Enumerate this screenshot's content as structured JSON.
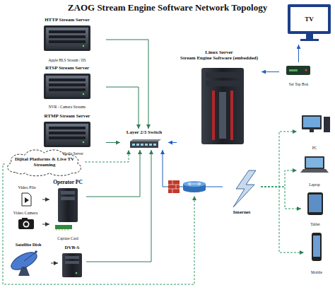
{
  "diagram": {
    "title": "ZAOG Stream Engine Software Network Topology",
    "nodes": [
      {
        "text": [
          "HTTP Stream Server",
          "Apple HLS Stream / IIS"
        ]
      },
      {
        "text": [
          "TV"
        ]
      },
      {
        "text": [
          "Linux Server",
          "Stream Engine Software (embedded)"
        ]
      },
      {
        "text": [
          "Set Top Box"
        ]
      },
      {
        "text": [
          "RTSP Stream Server",
          "NVR - Camera Streams"
        ]
      },
      {
        "text": [
          "RTMP Stream Server",
          "Adobe Media Server"
        ]
      },
      {
        "text": [
          "Layer 2/3 Switch"
        ]
      },
      {
        "text": [
          "PC"
        ]
      },
      {
        "text": [
          "Dijital Platforms & Live TV Streaming"
        ]
      },
      {
        "text": [
          "Laptop"
        ]
      },
      {
        "text": [
          "Video File"
        ]
      },
      {
        "text": [
          "Operator PC",
          "Capture Card"
        ]
      },
      {
        "text": [
          "Video Camera"
        ]
      },
      {
        "text": [
          "Internet"
        ]
      },
      {
        "text": [
          "Tablet"
        ]
      },
      {
        "text": [
          "Satellite Dish"
        ]
      },
      {
        "text": [
          "DVB-S"
        ]
      },
      {
        "text": [
          "Mobile"
        ]
      }
    ],
    "edges": [
      {
        "from": 0,
        "to": 6,
        "arrow": "to"
      },
      {
        "from": 4,
        "to": 6,
        "arrow": "to"
      },
      {
        "from": 5,
        "to": 6,
        "arrow": "to"
      },
      {
        "from": 2,
        "to": 6,
        "arrow": "to"
      },
      {
        "from": 3,
        "to": 2,
        "arrow": "to"
      },
      {
        "from": 3,
        "to": 1,
        "arrow": "to"
      },
      {
        "from": 8,
        "to": 6,
        "arrow": "to"
      },
      {
        "from": 10,
        "to": 11,
        "arrow": "to"
      },
      {
        "from": 12,
        "to": 11,
        "arrow": "to"
      },
      {
        "from": 11,
        "to": 6,
        "arrow": "to"
      },
      {
        "from": 15,
        "to": 16,
        "arrow": "to"
      },
      {
        "from": 16,
        "to": 6,
        "arrow": "to"
      },
      {
        "from": 13,
        "to": 6,
        "arrow": "to"
      },
      {
        "from": 13,
        "to": 7,
        "arrow": "to"
      },
      {
        "from": 13,
        "to": 9,
        "arrow": "to"
      },
      {
        "from": 13,
        "to": 14,
        "arrow": "to"
      },
      {
        "from": 13,
        "to": 17,
        "arrow": "to"
      }
    ]
  }
}
